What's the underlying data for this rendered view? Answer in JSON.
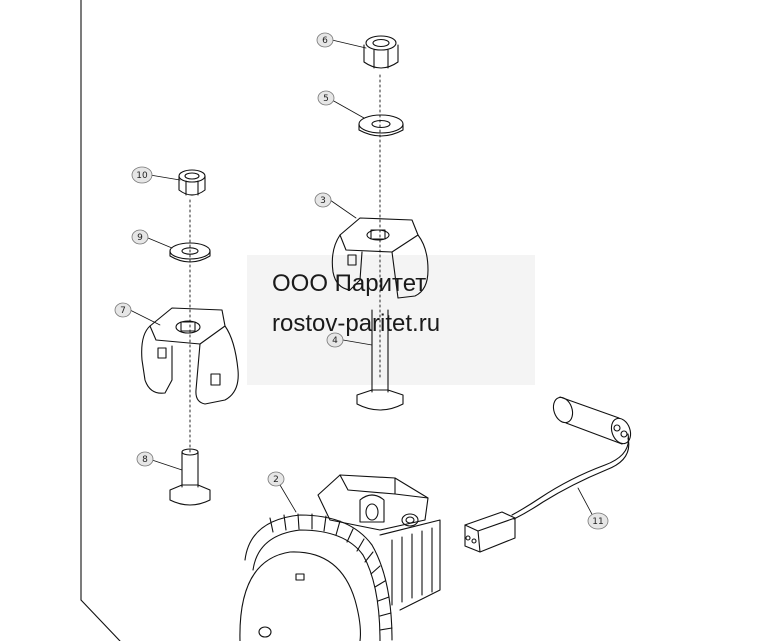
{
  "callouts": {
    "c2": "2",
    "c3": "3",
    "c4": "4",
    "c5": "5",
    "c6": "6",
    "c7": "7",
    "c8": "8",
    "c9": "9",
    "c10": "10",
    "c11": "11"
  },
  "watermark": {
    "line1": "ООО Паритет",
    "line2": "rostov-paritet.ru"
  }
}
